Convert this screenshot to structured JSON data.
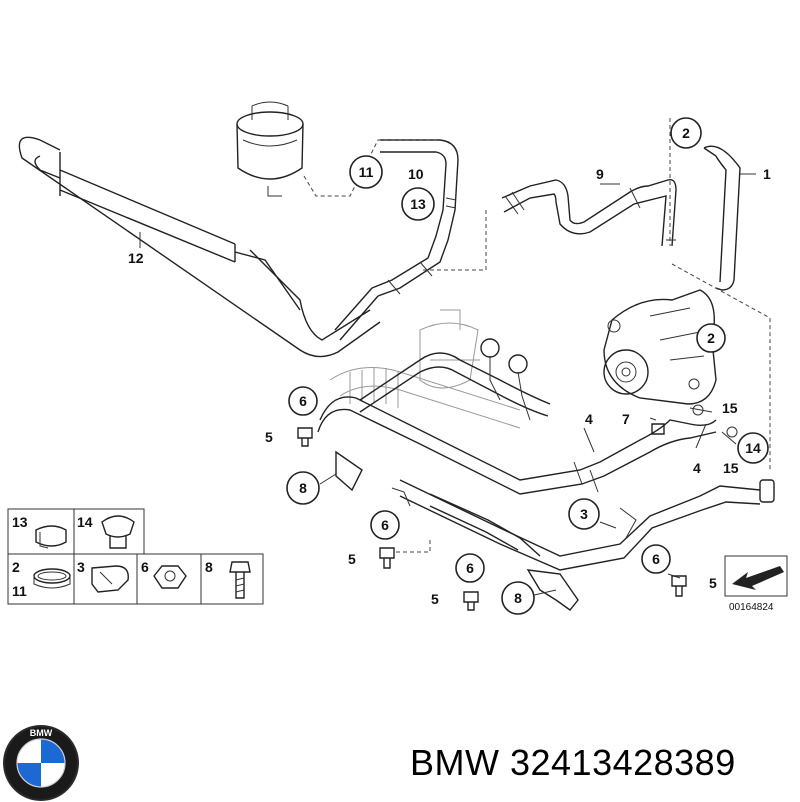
{
  "diagram": {
    "callouts": [
      {
        "id": "c2a",
        "label": "2"
      },
      {
        "id": "c11",
        "label": "11"
      },
      {
        "id": "c13",
        "label": "13"
      },
      {
        "id": "c2b",
        "label": "2"
      },
      {
        "id": "c6a",
        "label": "6"
      },
      {
        "id": "c8a",
        "label": "8"
      },
      {
        "id": "c3",
        "label": "3"
      },
      {
        "id": "c14",
        "label": "14"
      },
      {
        "id": "c6b",
        "label": "6"
      },
      {
        "id": "c6c",
        "label": "6"
      },
      {
        "id": "c8b",
        "label": "8"
      },
      {
        "id": "c6d",
        "label": "6"
      }
    ],
    "labels": [
      {
        "id": "l1",
        "label": "1"
      },
      {
        "id": "l10",
        "label": "10"
      },
      {
        "id": "l9",
        "label": "9"
      },
      {
        "id": "l12",
        "label": "12"
      },
      {
        "id": "l4a",
        "label": "4"
      },
      {
        "id": "l7",
        "label": "7"
      },
      {
        "id": "l15a",
        "label": "15"
      },
      {
        "id": "l4b",
        "label": "4"
      },
      {
        "id": "l15b",
        "label": "15"
      },
      {
        "id": "l5a",
        "label": "5"
      },
      {
        "id": "l5b",
        "label": "5"
      },
      {
        "id": "l5c",
        "label": "5"
      },
      {
        "id": "l5d",
        "label": "5"
      }
    ],
    "legend": [
      {
        "id": "g13",
        "label": "13"
      },
      {
        "id": "g14",
        "label": "14"
      },
      {
        "id": "g2",
        "label": "2"
      },
      {
        "id": "g11",
        "label": "11"
      },
      {
        "id": "g3",
        "label": "3"
      },
      {
        "id": "g6",
        "label": "6"
      },
      {
        "id": "g8",
        "label": "8"
      }
    ],
    "diagram_code": "00164824"
  },
  "brand": {
    "name": "BMW",
    "part_number": "32413428389",
    "caption": "BMW 32413428389",
    "logo_text": "BMW",
    "logo_colors": {
      "ring": "#1a1a1a",
      "blue": "#1c69d4",
      "white": "#ffffff"
    }
  }
}
